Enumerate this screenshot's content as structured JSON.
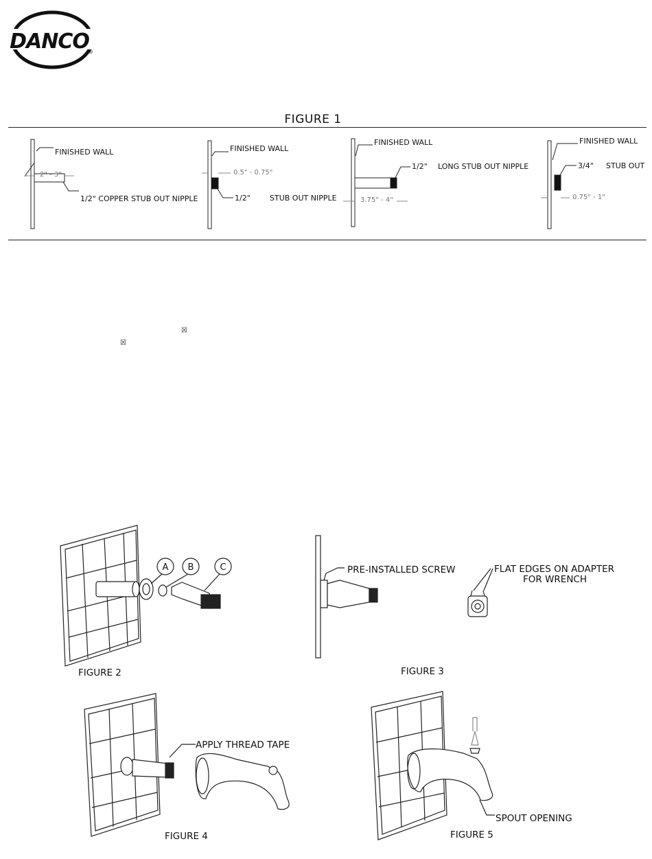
{
  "brand": {
    "logo_text": "DANCO",
    "registered": "®"
  },
  "figure1": {
    "title": "FIGURE 1",
    "panels": [
      {
        "wall": "FINISHED WALL",
        "dimension": "2\" - 3\"",
        "callout": "1/2\" COPPER STUB OUT NIPPLE"
      },
      {
        "wall": "FINISHED WALL",
        "dimension": "0.5\" - 0.75\"",
        "size": "1/2\"",
        "callout": "STUB OUT NIPPLE"
      },
      {
        "wall": "FINISHED WALL",
        "dimension": "3.75\" - 4\"",
        "size": "1/2\"",
        "callout": "LONG STUB OUT NIPPLE"
      },
      {
        "wall": "FINISHED WALL",
        "dimension": "0.75\" - 1\"",
        "size": "3/4\"",
        "callout": "STUB OUT"
      }
    ]
  },
  "glyphs": [
    "☒",
    "☒"
  ],
  "figure2": {
    "caption": "FIGURE 2",
    "parts": [
      "A",
      "B",
      "C"
    ]
  },
  "figure3": {
    "caption": "FIGURE 3",
    "screw": "PRE-INSTALLED SCREW",
    "flat_edges_line1": "FLAT EDGES ON ADAPTER",
    "flat_edges_line2": "FOR WRENCH"
  },
  "figure4": {
    "caption": "FIGURE 4",
    "callout": "APPLY THREAD TAPE"
  },
  "figure5": {
    "caption": "FIGURE 5",
    "callout": "SPOUT OPENING"
  }
}
